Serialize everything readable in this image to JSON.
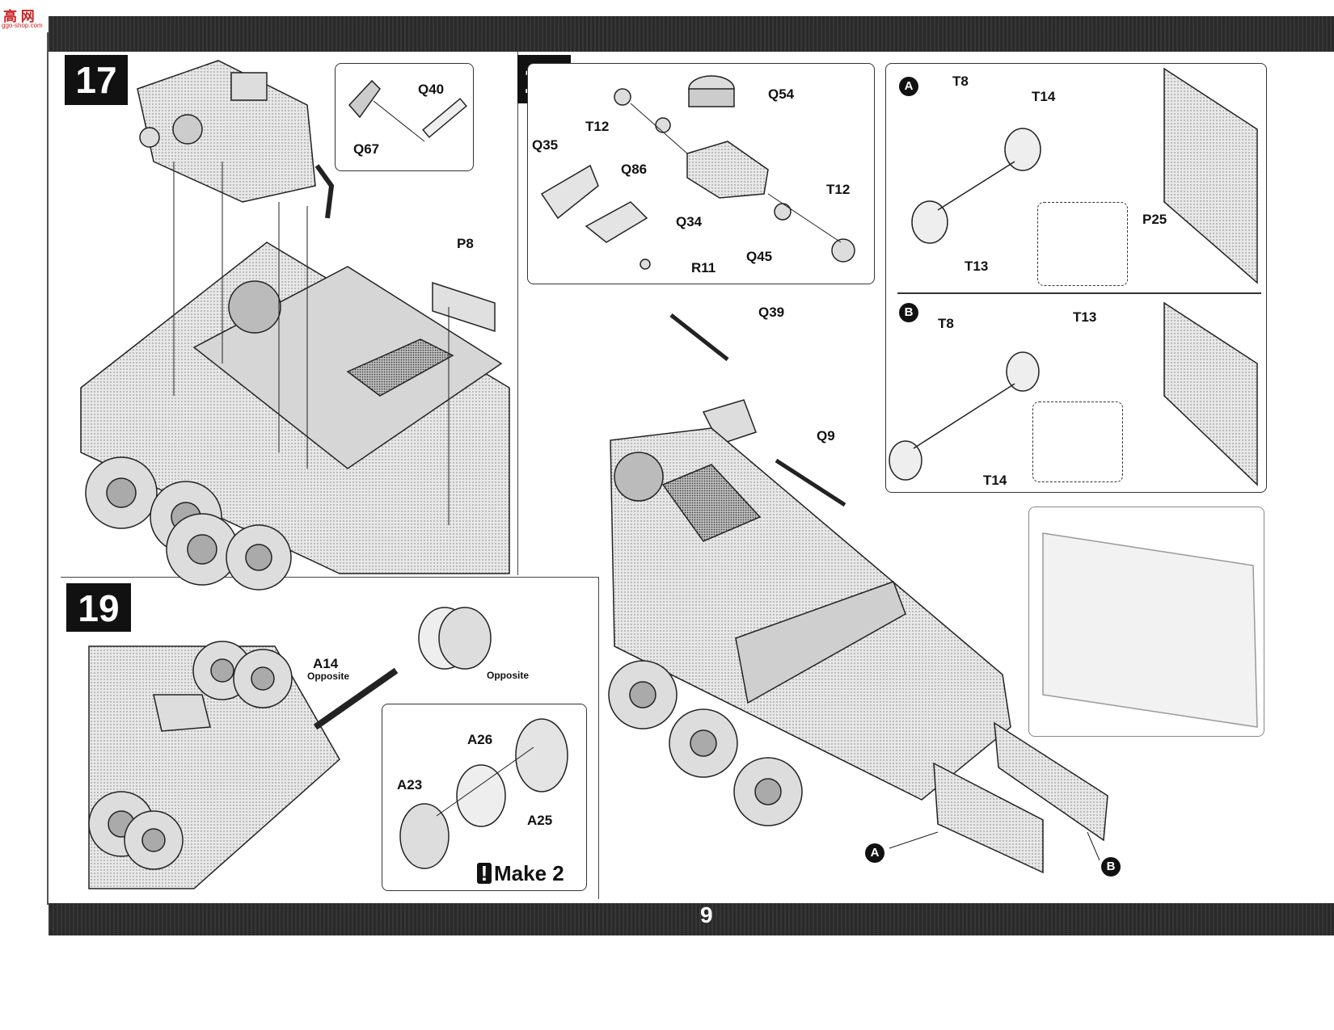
{
  "watermark": {
    "text": "高 网",
    "url": "ggo-shop.com"
  },
  "page_number": "9",
  "steps": {
    "s17": {
      "number": "17",
      "labels": {
        "q40": "Q40",
        "q67": "Q67",
        "p8": "P8"
      }
    },
    "s18": {
      "number": "18",
      "labels": {
        "t12a": "T12",
        "q54": "Q54",
        "q35": "Q35",
        "q86": "Q86",
        "t12b": "T12",
        "q34": "Q34",
        "q45": "Q45",
        "r11": "R11",
        "q39": "Q39",
        "q9": "Q9"
      }
    },
    "s19": {
      "number": "19",
      "labels": {
        "a14": "A14",
        "opp1": "Opposite",
        "opp2": "Opposite",
        "a26": "A26",
        "a23": "A23",
        "a25": "A25"
      },
      "make": "Make 2",
      "make_icon": "exclamation-icon"
    }
  },
  "variants": {
    "a": {
      "badge": "A",
      "t8": "T8",
      "t14": "T14",
      "t13": "T13",
      "p25": "P25"
    },
    "b": {
      "badge": "B",
      "t8": "T8",
      "t13": "T13",
      "t14": "T14"
    }
  },
  "bottom_badges": {
    "a": "A",
    "b": "B"
  }
}
